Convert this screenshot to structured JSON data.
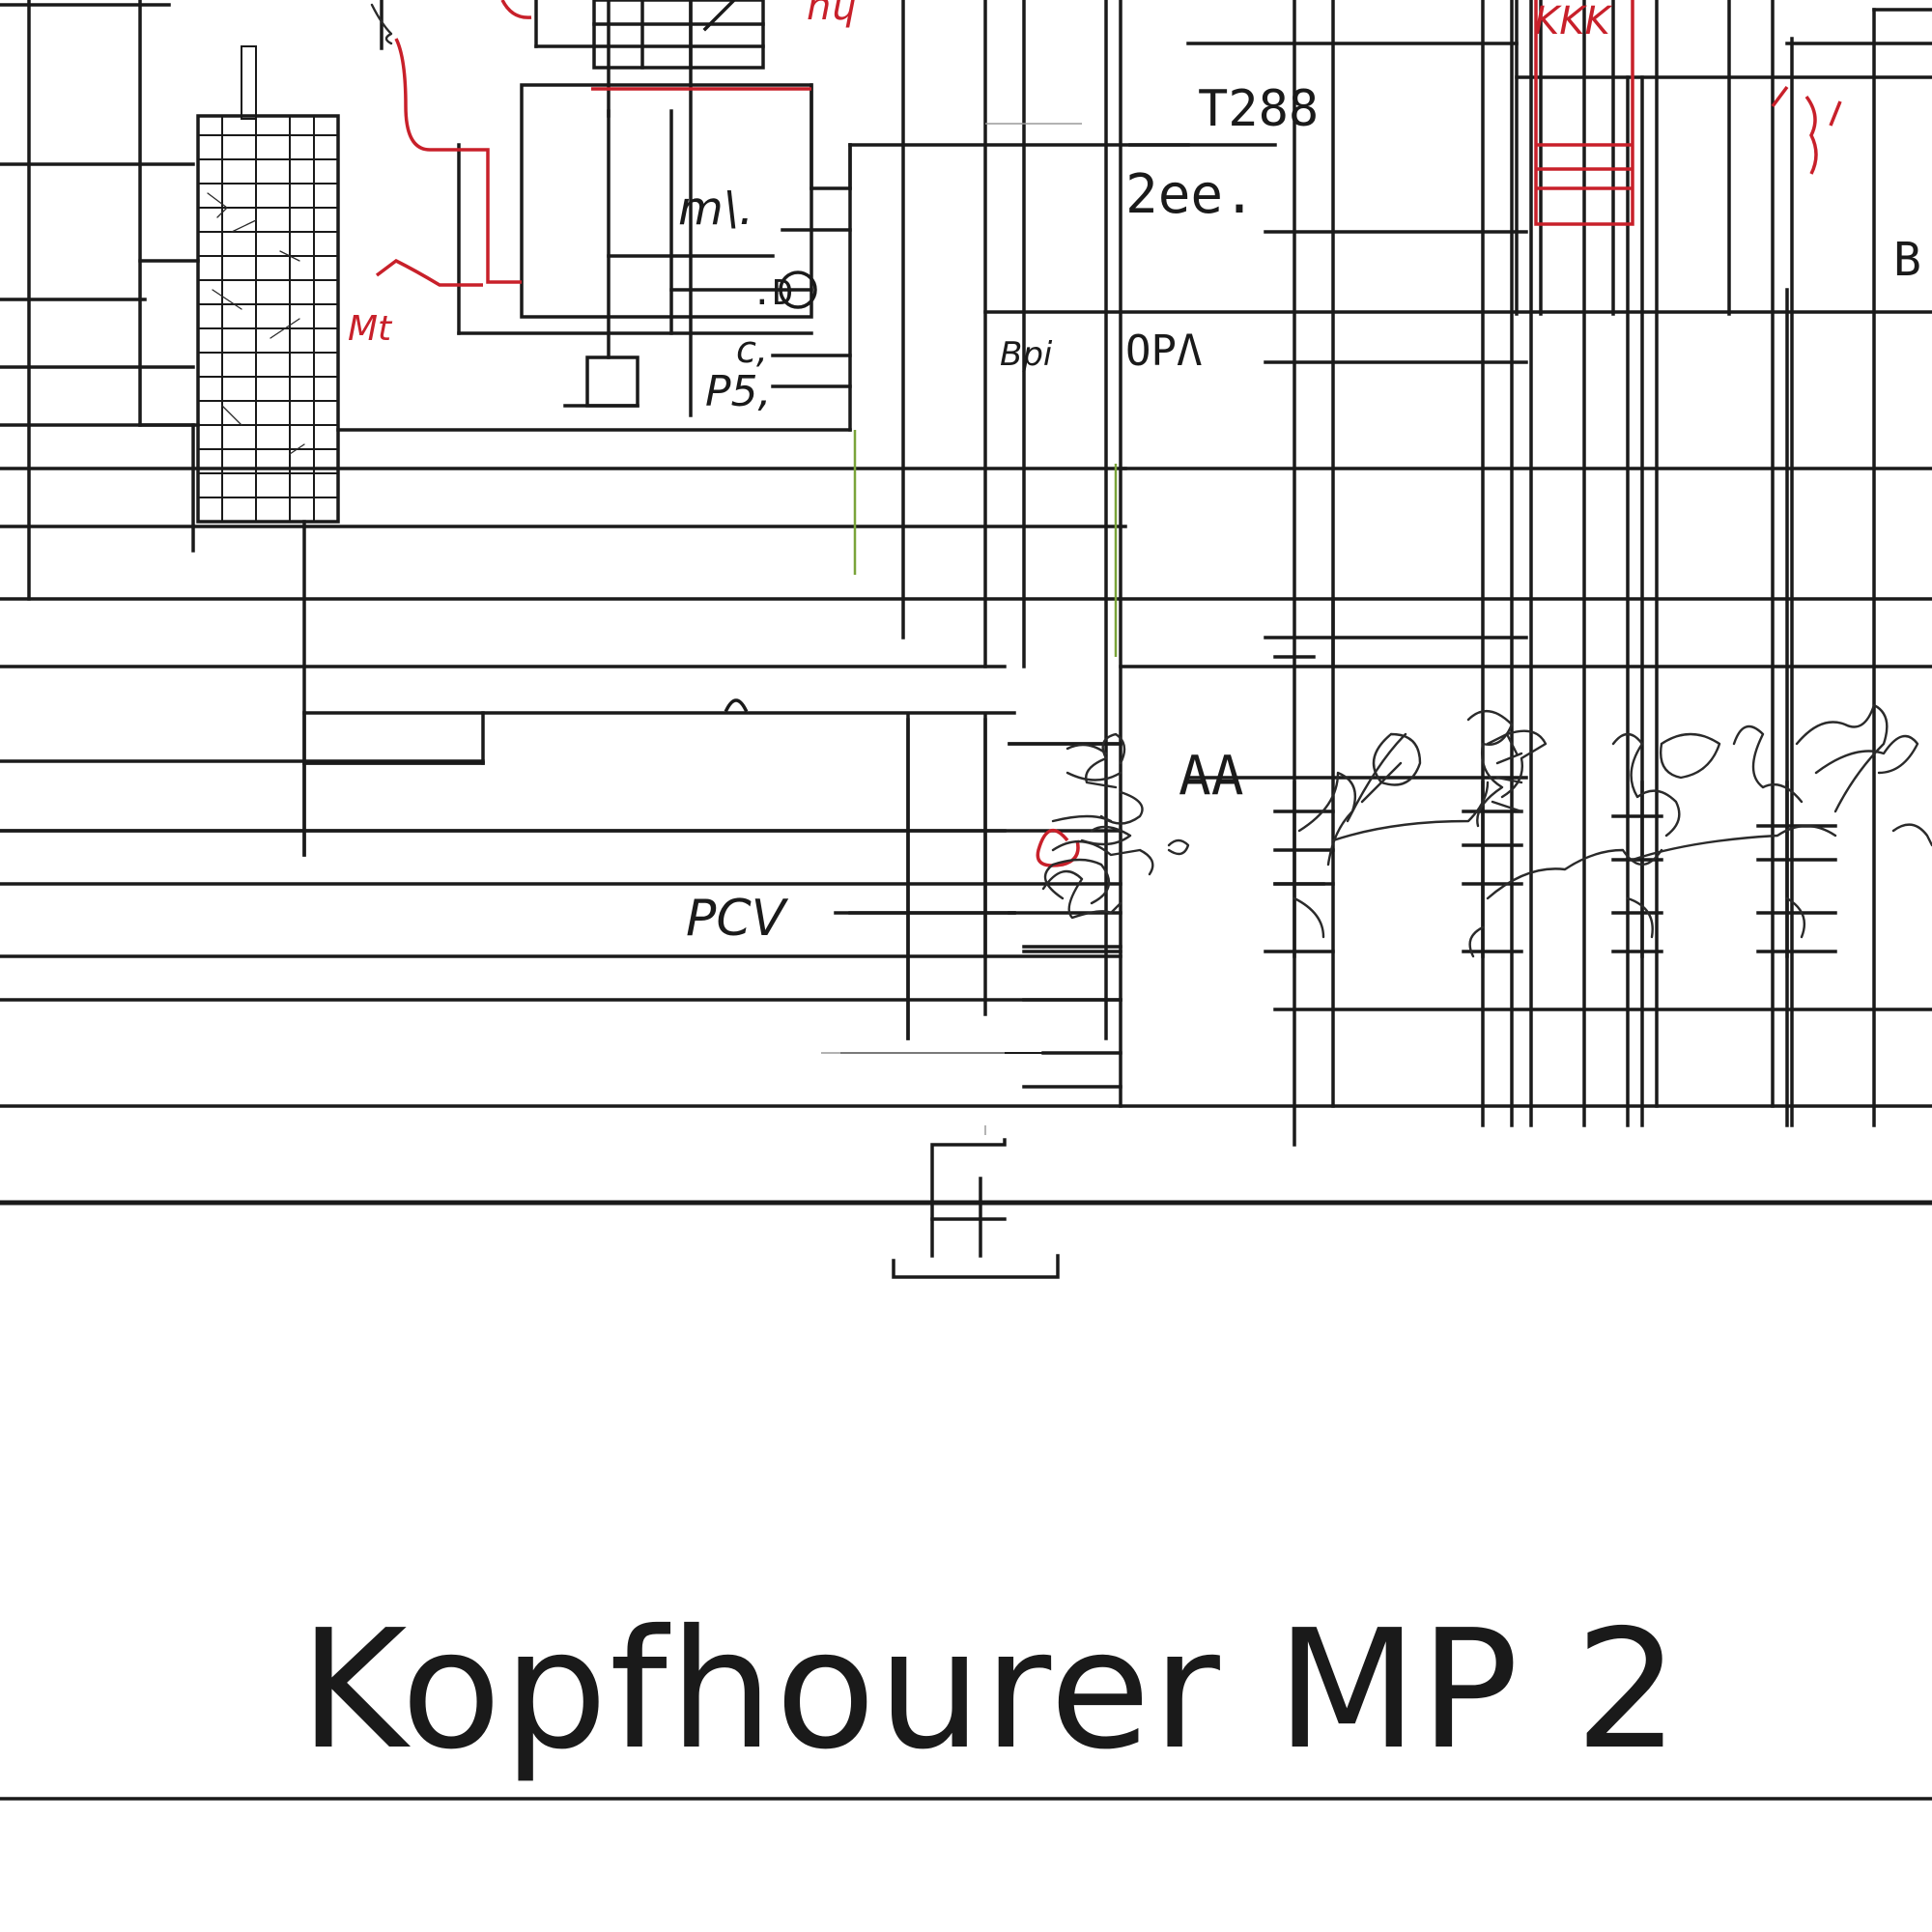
{
  "labels": {
    "t288": "T288",
    "l2ee": "2ee.",
    "lm": "m\\.",
    "opa": "OPΛ",
    "bpi": "Bpi",
    "c1": "c,",
    "p5": "P5,",
    "d": ".D",
    "pcv": "PCV",
    "aa": "AA",
    "b": "B"
  },
  "red_labels": {
    "top_left": "hɥ",
    "top_right": "KKK",
    "mid_left": "Mt"
  },
  "footer": {
    "title": "Kopfhourer MP 2"
  },
  "colors": {
    "ink": "#1a1a1a",
    "red_ink": "#c8202a",
    "green_ink": "#7aa43a",
    "paper": "#ffffff"
  }
}
